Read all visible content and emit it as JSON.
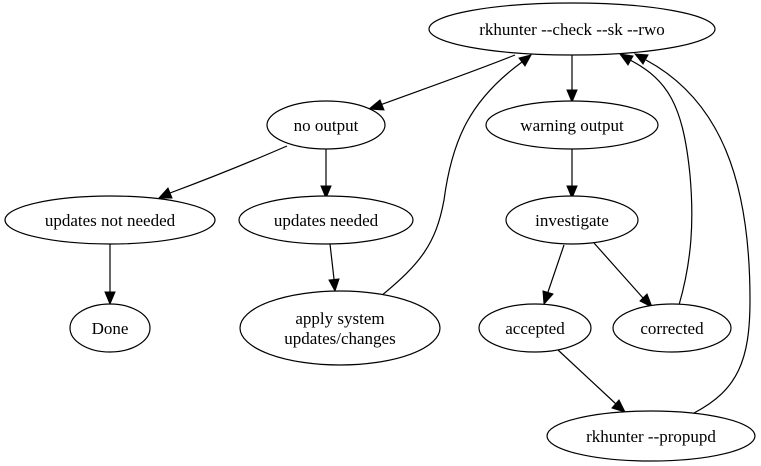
{
  "nodes": {
    "check": {
      "label": "rkhunter --check --sk --rwo"
    },
    "no_output": {
      "label": "no output"
    },
    "warning_output": {
      "label": "warning output"
    },
    "updates_not_needed": {
      "label": "updates not needed"
    },
    "updates_needed": {
      "label": "updates needed"
    },
    "investigate": {
      "label": "investigate"
    },
    "done": {
      "label": "Done"
    },
    "apply_updates": {
      "label_line1": "apply system",
      "label_line2": "updates/changes"
    },
    "accepted": {
      "label": "accepted"
    },
    "corrected": {
      "label": "corrected"
    },
    "propupd": {
      "label": "rkhunter --propupd"
    }
  },
  "edges": [
    {
      "from": "rkhunter --check --sk --rwo",
      "to": "no output"
    },
    {
      "from": "rkhunter --check --sk --rwo",
      "to": "warning output"
    },
    {
      "from": "no output",
      "to": "updates not needed"
    },
    {
      "from": "no output",
      "to": "updates needed"
    },
    {
      "from": "updates not needed",
      "to": "Done"
    },
    {
      "from": "updates needed",
      "to": "apply system updates/changes"
    },
    {
      "from": "apply system updates/changes",
      "to": "rkhunter --check --sk --rwo"
    },
    {
      "from": "warning output",
      "to": "investigate"
    },
    {
      "from": "investigate",
      "to": "accepted"
    },
    {
      "from": "investigate",
      "to": "corrected"
    },
    {
      "from": "corrected",
      "to": "rkhunter --check --sk --rwo"
    },
    {
      "from": "accepted",
      "to": "rkhunter --propupd"
    },
    {
      "from": "rkhunter --propupd",
      "to": "rkhunter --check --sk --rwo"
    }
  ]
}
